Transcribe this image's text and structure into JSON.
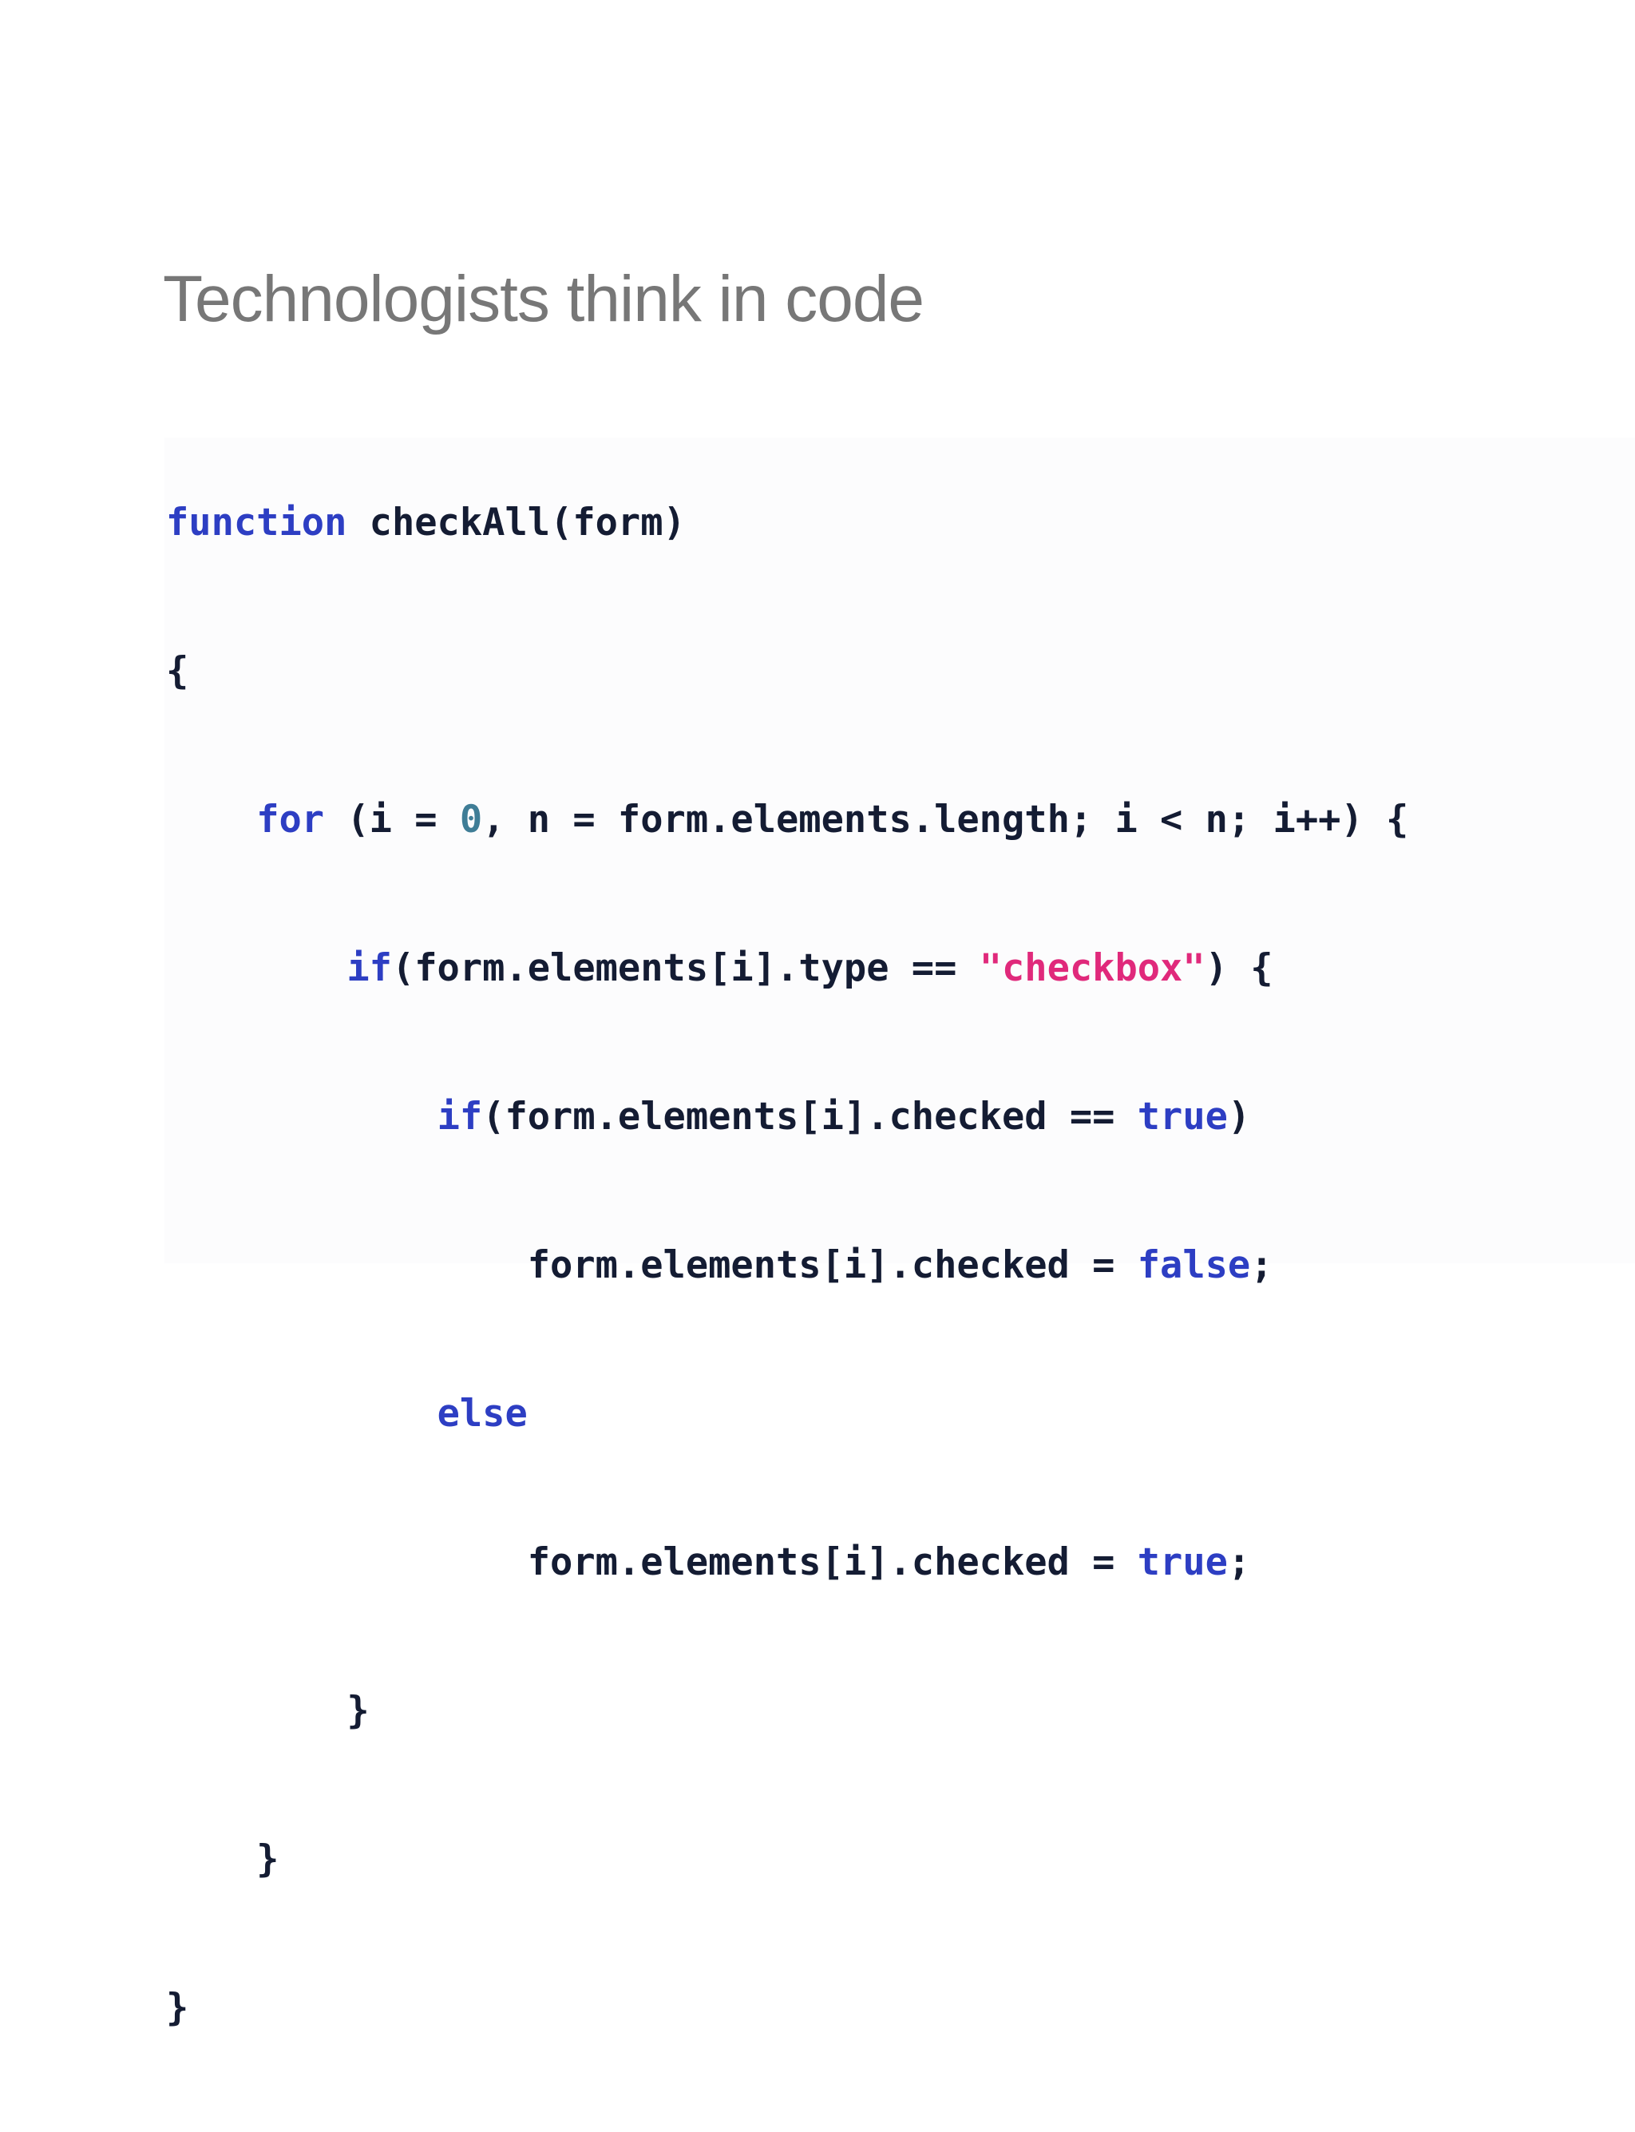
{
  "slide": {
    "title": "Technologists think in code"
  },
  "colors": {
    "title": "#777777",
    "code_text": "#141c33",
    "keyword": "#2d3ec3",
    "number": "#3f7d96",
    "string": "#e0297b",
    "code_background": "#fcfcfd"
  },
  "code": {
    "language": "javascript",
    "lines": [
      [
        {
          "t": "function",
          "c": "kw"
        },
        {
          "t": " checkAll(form)",
          "c": ""
        }
      ],
      [
        {
          "t": "{",
          "c": ""
        }
      ],
      [
        {
          "t": "    ",
          "c": ""
        },
        {
          "t": "for",
          "c": "kw"
        },
        {
          "t": " (i = ",
          "c": ""
        },
        {
          "t": "0",
          "c": "num"
        },
        {
          "t": ", n = form.elements.length; i < n; i++) {",
          "c": ""
        }
      ],
      [
        {
          "t": "        ",
          "c": ""
        },
        {
          "t": "if",
          "c": "kw"
        },
        {
          "t": "(form.elements[i].type == ",
          "c": ""
        },
        {
          "t": "\"checkbox\"",
          "c": "str"
        },
        {
          "t": ") {",
          "c": ""
        }
      ],
      [
        {
          "t": "            ",
          "c": ""
        },
        {
          "t": "if",
          "c": "kw"
        },
        {
          "t": "(form.elements[i].checked == ",
          "c": ""
        },
        {
          "t": "true",
          "c": "kw"
        },
        {
          "t": ")",
          "c": ""
        }
      ],
      [
        {
          "t": "                form.elements[i].checked = ",
          "c": ""
        },
        {
          "t": "false",
          "c": "kw"
        },
        {
          "t": ";",
          "c": ""
        }
      ],
      [
        {
          "t": "            ",
          "c": ""
        },
        {
          "t": "else",
          "c": "kw"
        }
      ],
      [
        {
          "t": "                form.elements[i].checked = ",
          "c": ""
        },
        {
          "t": "true",
          "c": "kw"
        },
        {
          "t": ";",
          "c": ""
        }
      ],
      [
        {
          "t": "        }",
          "c": ""
        }
      ],
      [
        {
          "t": "    }",
          "c": ""
        }
      ],
      [
        {
          "t": "}",
          "c": ""
        }
      ]
    ]
  }
}
